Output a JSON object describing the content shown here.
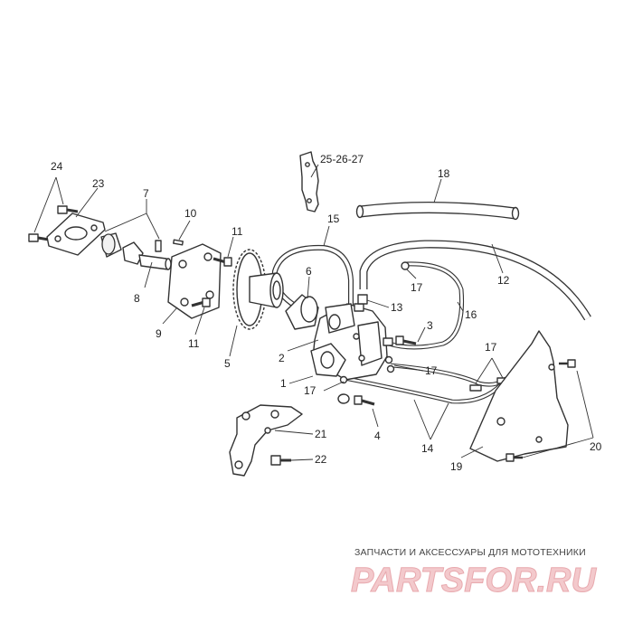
{
  "diagram": {
    "callouts": {
      "c1": "1",
      "c2": "2",
      "c3": "3",
      "c4": "4",
      "c5": "5",
      "c6": "6",
      "c7": "7",
      "c8": "8",
      "c9": "9",
      "c10": "10",
      "c11a": "11",
      "c11b": "11",
      "c12": "12",
      "c13": "13",
      "c14": "14",
      "c15": "15",
      "c16": "16",
      "c17a": "17",
      "c17b": "17",
      "c17c": "17",
      "c17d": "17",
      "c18": "18",
      "c19": "19",
      "c20": "20",
      "c21": "21",
      "c22": "22",
      "c23": "23",
      "c24": "24",
      "c25": "25-26-27"
    }
  },
  "brand": {
    "tagline": "ЗАПЧАСТИ И АКСЕССУАРЫ ДЛЯ МОТОТЕХНИКИ",
    "logo_text": "PARTSFOR.RU",
    "logo_color": "#f3c9cc"
  }
}
